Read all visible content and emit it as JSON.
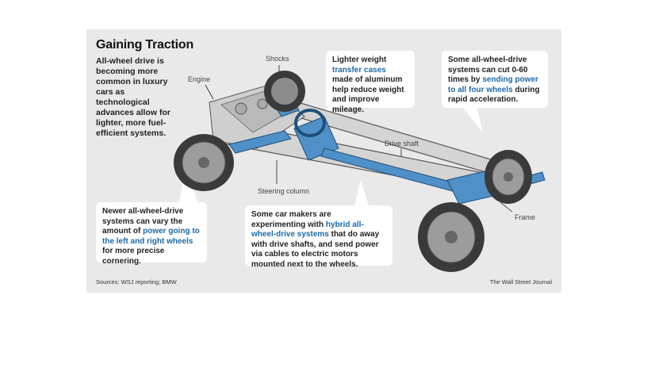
{
  "title": "Gaining Traction",
  "intro": "All-wheel drive is becoming more common in luxury cars as technological advances allow for lighter, more fuel-efficient systems.",
  "labels": {
    "shocks": "Shocks",
    "engine": "Engine",
    "drive_shaft": "Drive shaft",
    "steering_column": "Steering column",
    "frame": "Frame"
  },
  "callouts": {
    "transfer": {
      "pre": "Lighter weight",
      "hl": "transfer cases",
      "post": "made of aluminum help reduce weight and improve mileage."
    },
    "acceleration": {
      "pre": "Some all-wheel-drive systems can cut 0-60 times by",
      "hl": "sending power to all four wheels",
      "post": "during rapid acceleration."
    },
    "cornering": {
      "pre": "Newer all-wheel-drive systems can vary the amount of",
      "hl": "power going to the left and right wheels",
      "post": "for more precise cornering."
    },
    "hybrid": {
      "pre": "Some car makers are experimenting with",
      "hl": "hybrid all-wheel-drive systems",
      "post": "that do away with drive shafts, and send power via cables to electric motors mounted next to the wheels."
    }
  },
  "sources": "Sources: WSJ reporting; BMW",
  "credit": "The Wall Street Journal",
  "colors": {
    "background": "#e9e9e9",
    "highlight": "#1c6aa8",
    "drivetrain": "#4f90c8"
  }
}
